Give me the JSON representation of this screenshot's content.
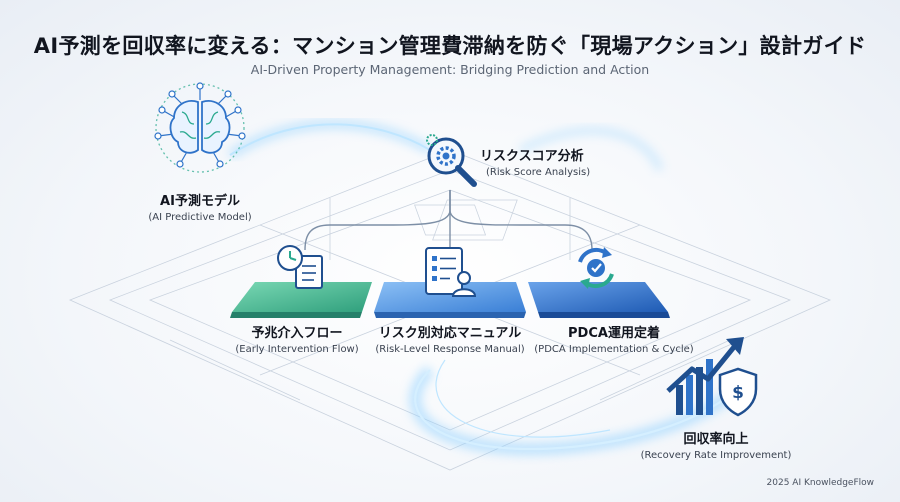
{
  "title": "AI予測を回収率に変える：マンション管理費滞納を防ぐ「現場アクション」設計ガイド",
  "subtitle": "AI-Driven Property Management: Bridging Prediction and Action",
  "nodes": {
    "ai_model": {
      "jp": "AI予測モデル",
      "en": "(AI Predictive Model)",
      "icon": "brain-network-icon"
    },
    "risk_score": {
      "jp": "リスクスコア分析",
      "en": "(Risk Score Analysis)",
      "icon": "magnifier-gear-icon"
    },
    "early_intervention": {
      "jp": "予兆介入フロー",
      "en": "(Early Intervention Flow)",
      "icon": "clock-document-icon"
    },
    "risk_manual": {
      "jp": "リスク別対応マニュアル",
      "en": "(Risk-Level Response Manual)",
      "icon": "checklist-person-icon"
    },
    "pdca": {
      "jp": "PDCA運用定着",
      "en": "(PDCA Implementation & Cycle)",
      "icon": "cycle-check-icon"
    },
    "recovery": {
      "jp": "回収率向上",
      "en": "(Recovery Rate Improvement)",
      "icon": "growth-chart-shield-icon"
    }
  },
  "colors": {
    "accent_blue": "#2f73c9",
    "accent_teal": "#2aa98f",
    "platform_green": "#4fc29a",
    "platform_blue": "#4a8ee0",
    "platform_navy": "#2d6cc4"
  },
  "footer": "2025 AI KnowledgeFlow"
}
